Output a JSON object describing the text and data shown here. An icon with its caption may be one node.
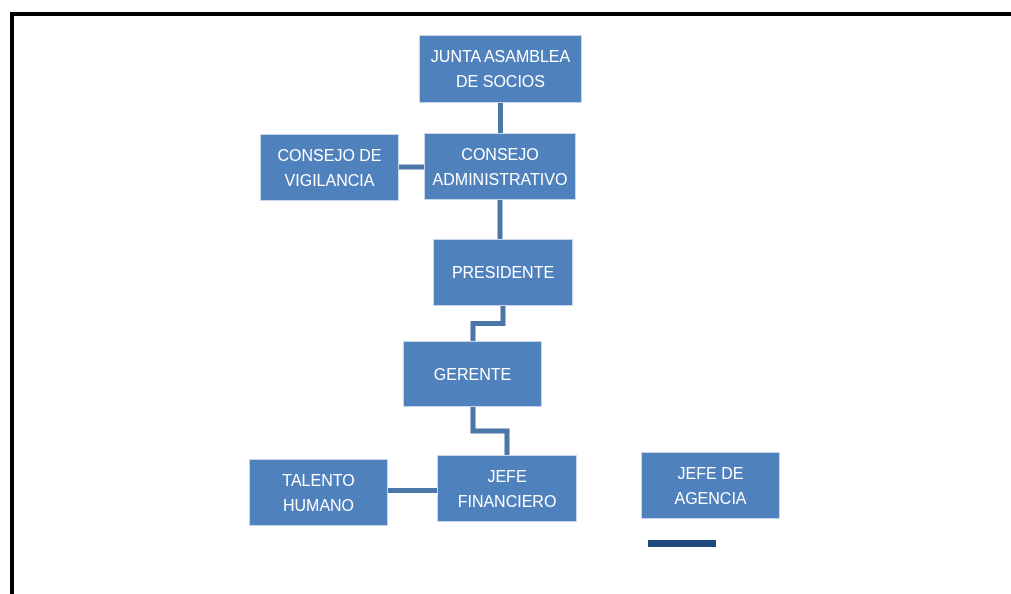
{
  "diagram": {
    "nodes": [
      {
        "text": [
          "JUNTA ASAMBLEA DE SOCIOS"
        ]
      },
      {
        "text": [
          "CONSEJO DE VIGILANCIA"
        ]
      },
      {
        "text": [
          "CONSEJO ADMINISTRATIVO"
        ]
      },
      {
        "text": [
          "PRESIDENTE"
        ]
      },
      {
        "text": [
          "GERENTE"
        ]
      },
      {
        "text": [
          "TALENTO HUMANO"
        ]
      },
      {
        "text": [
          "JEFE FINANCIERO"
        ]
      },
      {
        "text": [
          "JEFE DE AGENCIA"
        ]
      }
    ],
    "edges": [
      {
        "from": 0,
        "to": 2,
        "arrow": "none"
      },
      {
        "from": 1,
        "to": 2,
        "arrow": "none"
      },
      {
        "from": 2,
        "to": 3,
        "arrow": "none"
      },
      {
        "from": 3,
        "to": 4,
        "arrow": "none"
      },
      {
        "from": 4,
        "to": 6,
        "arrow": "none"
      },
      {
        "from": 5,
        "to": 6,
        "arrow": "none"
      }
    ]
  }
}
